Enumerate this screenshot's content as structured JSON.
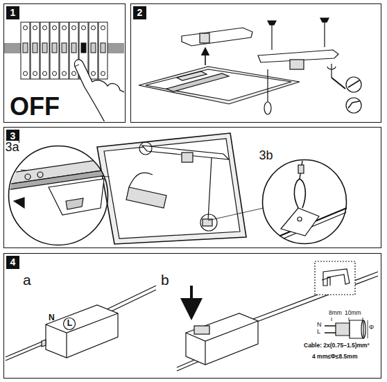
{
  "diagram": {
    "nodes": [
      {
        "text": [
          "1"
        ]
      },
      {
        "text": [
          "2"
        ]
      },
      {
        "text": [
          "3"
        ]
      },
      {
        "text": [
          "3a"
        ],
        "in": 2
      },
      {
        "text": [
          "3b"
        ],
        "in": 2
      },
      {
        "text": [
          "4"
        ]
      },
      {
        "text": [
          "L"
        ],
        "in": 5
      }
    ],
    "labels": [
      "OFF",
      "a",
      "b",
      "N",
      "N",
      "L",
      "8mm",
      "10mm",
      "Φ",
      "Cable: 2x(0.75–1.5)mm²",
      "4 mm≤Φ≤8.5mm"
    ]
  }
}
